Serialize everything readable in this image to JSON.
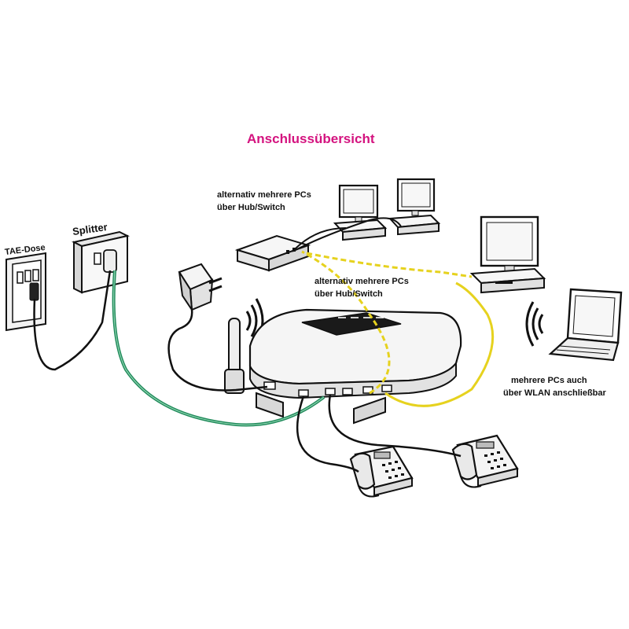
{
  "title": "Anschlussübersicht",
  "labels": {
    "tae_dose": "TAE-Dose",
    "splitter": "Splitter",
    "hub_top_line1": "alternativ mehrere PCs",
    "hub_top_line2": "über Hub/Switch",
    "hub_mid_line1": "alternativ mehrere PCs",
    "hub_mid_line2": "über Hub/Switch",
    "wlan_line1": "mehrere PCs auch",
    "wlan_line2": "über WLAN anschließbar"
  },
  "colors": {
    "title": "#d4137f",
    "dsl_cable": "#1f8a5a",
    "ethernet_cable": "#e6d21e",
    "phone_cable": "#111111"
  }
}
